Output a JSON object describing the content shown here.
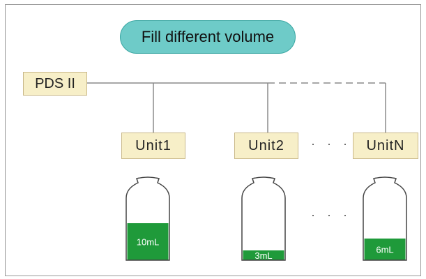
{
  "title": "Fill different volume",
  "root_label": "PDS II",
  "units": [
    {
      "label": "Unit1",
      "volume_label": "10mL",
      "fill_fraction": 0.57
    },
    {
      "label": "Unit2",
      "volume_label": "3mL",
      "fill_fraction": 0.15
    },
    {
      "label": "UnitN",
      "volume_label": "6mL",
      "fill_fraction": 0.33
    }
  ],
  "ellipsis": "· · ·",
  "colors": {
    "title_pill": "#6ecbc8",
    "box_fill": "#f7efc8",
    "liquid": "#1f9a3a",
    "line": "#8a8a8a"
  }
}
